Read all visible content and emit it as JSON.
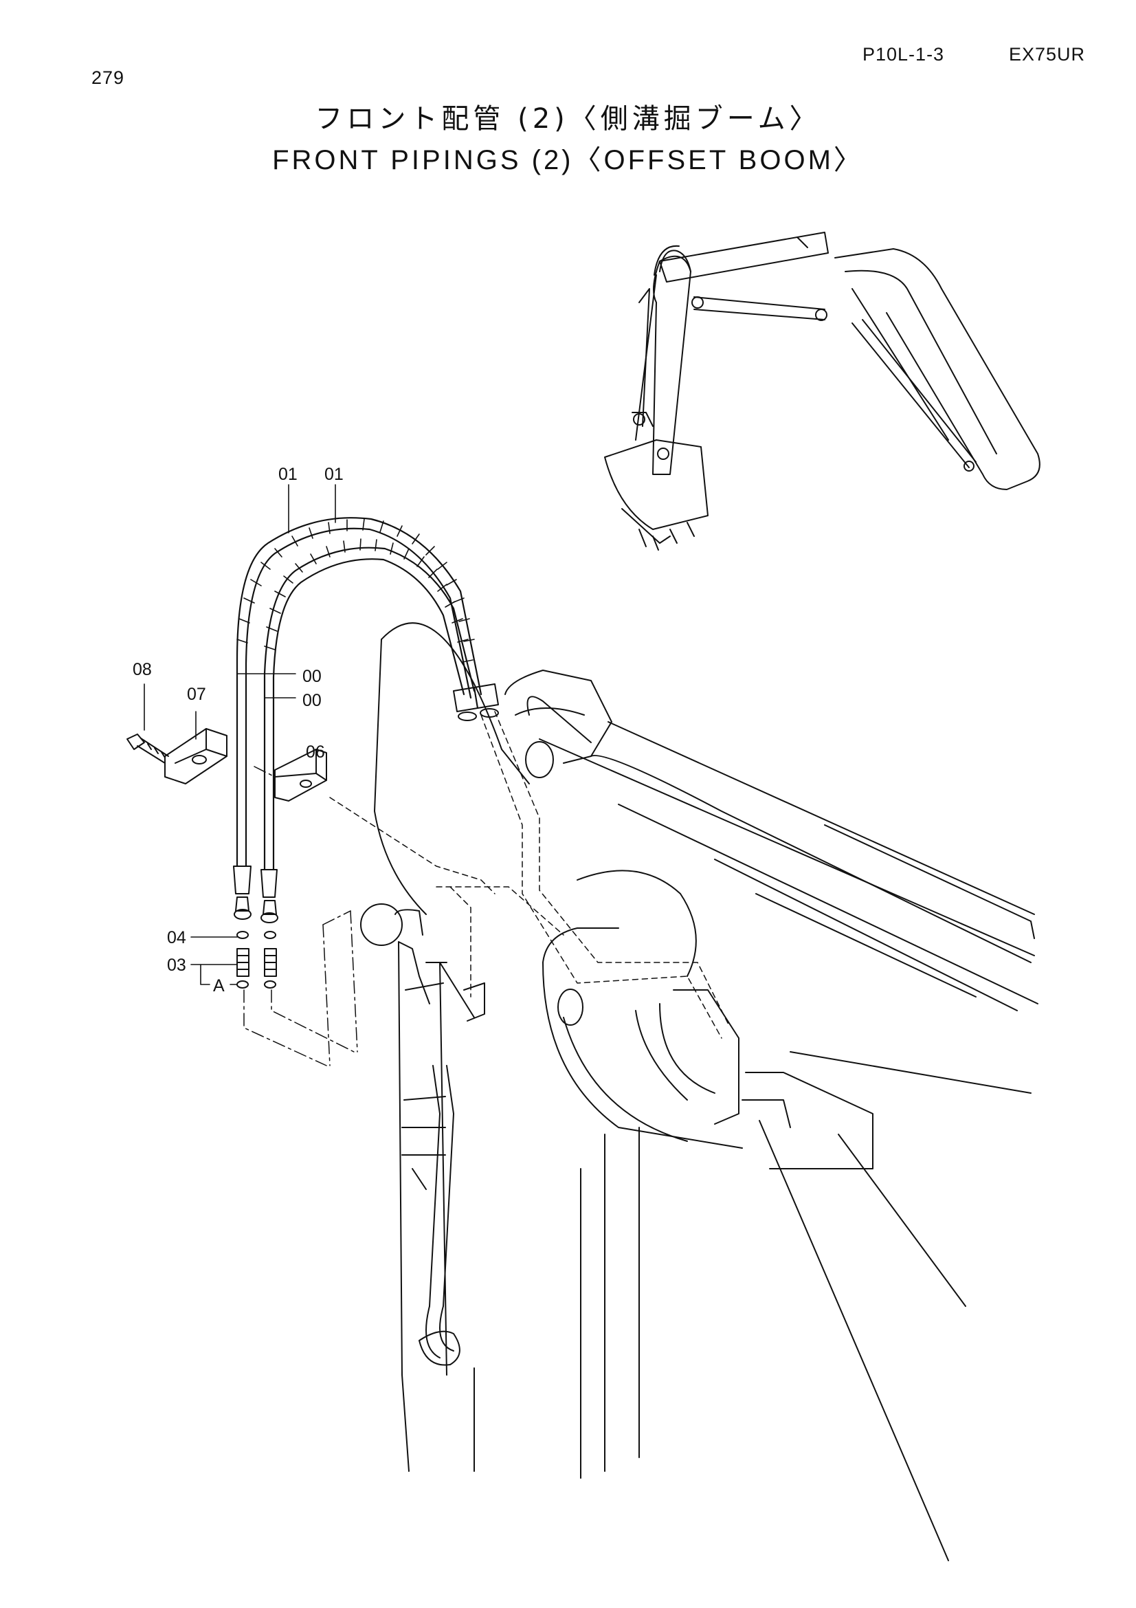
{
  "header": {
    "page_number": "279",
    "section_code": "P10L-1-3",
    "model": "EX75UR"
  },
  "title": {
    "japanese": "フロント配管 (2)〈側溝掘ブーム〉",
    "english": "FRONT PIPINGS (2)〈OFFSET BOOM〉"
  },
  "callouts": {
    "c01a": "01",
    "c01b": "01",
    "c00a": "00",
    "c00b": "00",
    "c08": "08",
    "c07": "07",
    "c06": "06",
    "c04": "04",
    "c03": "03",
    "cA": "A"
  }
}
